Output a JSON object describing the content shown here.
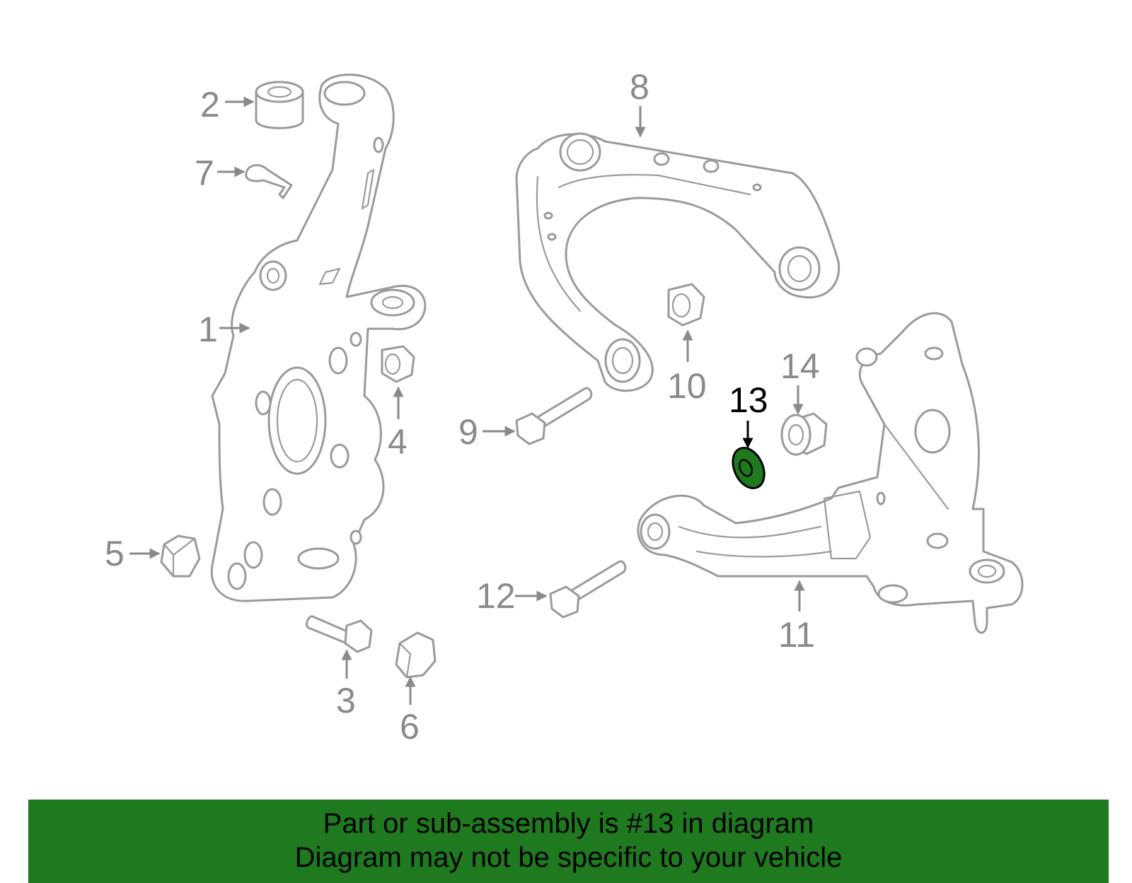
{
  "diagram": {
    "highlight_color": "#1f7a1f",
    "callouts": [
      "1",
      "2",
      "3",
      "4",
      "5",
      "6",
      "7",
      "8",
      "9",
      "10",
      "11",
      "12",
      "13",
      "14"
    ],
    "highlighted": "13"
  },
  "banner": {
    "line1": "Part or sub-assembly is #13 in diagram",
    "line2": "Diagram may not be specific to your vehicle",
    "color": "#1f7a1f"
  }
}
